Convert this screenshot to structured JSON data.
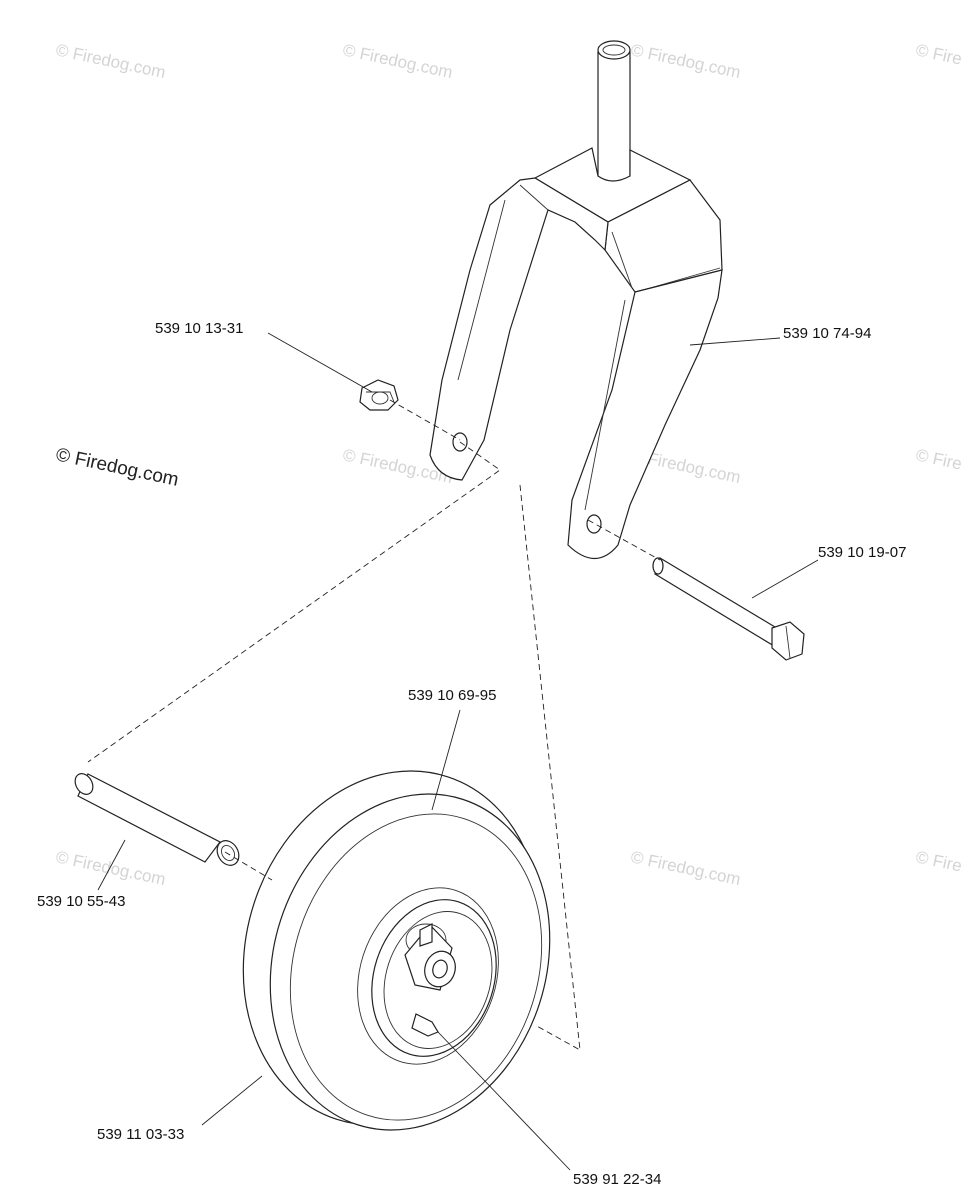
{
  "watermarks": {
    "main": "© Firedog.com",
    "faded": "© Firedog.com"
  },
  "labels": {
    "nut": "539 10 13-31",
    "fork": "539 10 74-94",
    "bolt": "539 10 19-07",
    "tire": "539 10 69-95",
    "spacer": "539 10 55-43",
    "wheel": "539 11 03-33",
    "grease_fitting": "539 91 22-34"
  }
}
